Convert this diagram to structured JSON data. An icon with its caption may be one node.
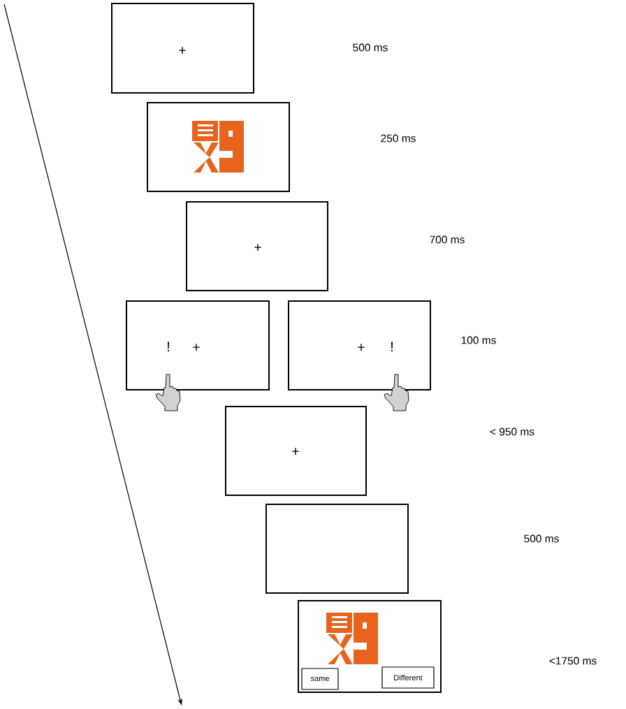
{
  "diagram": {
    "nodes": [
      {
        "text": [
          "+"
        ]
      },
      {
        "text": [],
        "shape": "box"
      },
      {
        "text": [
          "+"
        ]
      },
      {
        "text": [
          "!",
          "+"
        ]
      },
      {
        "text": [
          "+",
          "!"
        ]
      },
      {
        "text": [
          "+"
        ]
      },
      {
        "text": [],
        "shape": "box"
      },
      {
        "text": [],
        "shape": "box"
      },
      {
        "text": [
          "same"
        ],
        "in": 7
      },
      {
        "text": [
          "Different"
        ],
        "in": 7
      }
    ],
    "labels": [
      "500 ms",
      "250 ms",
      "700 ms",
      "100 ms",
      "< 950 ms",
      "500 ms",
      "<1750 ms"
    ]
  }
}
